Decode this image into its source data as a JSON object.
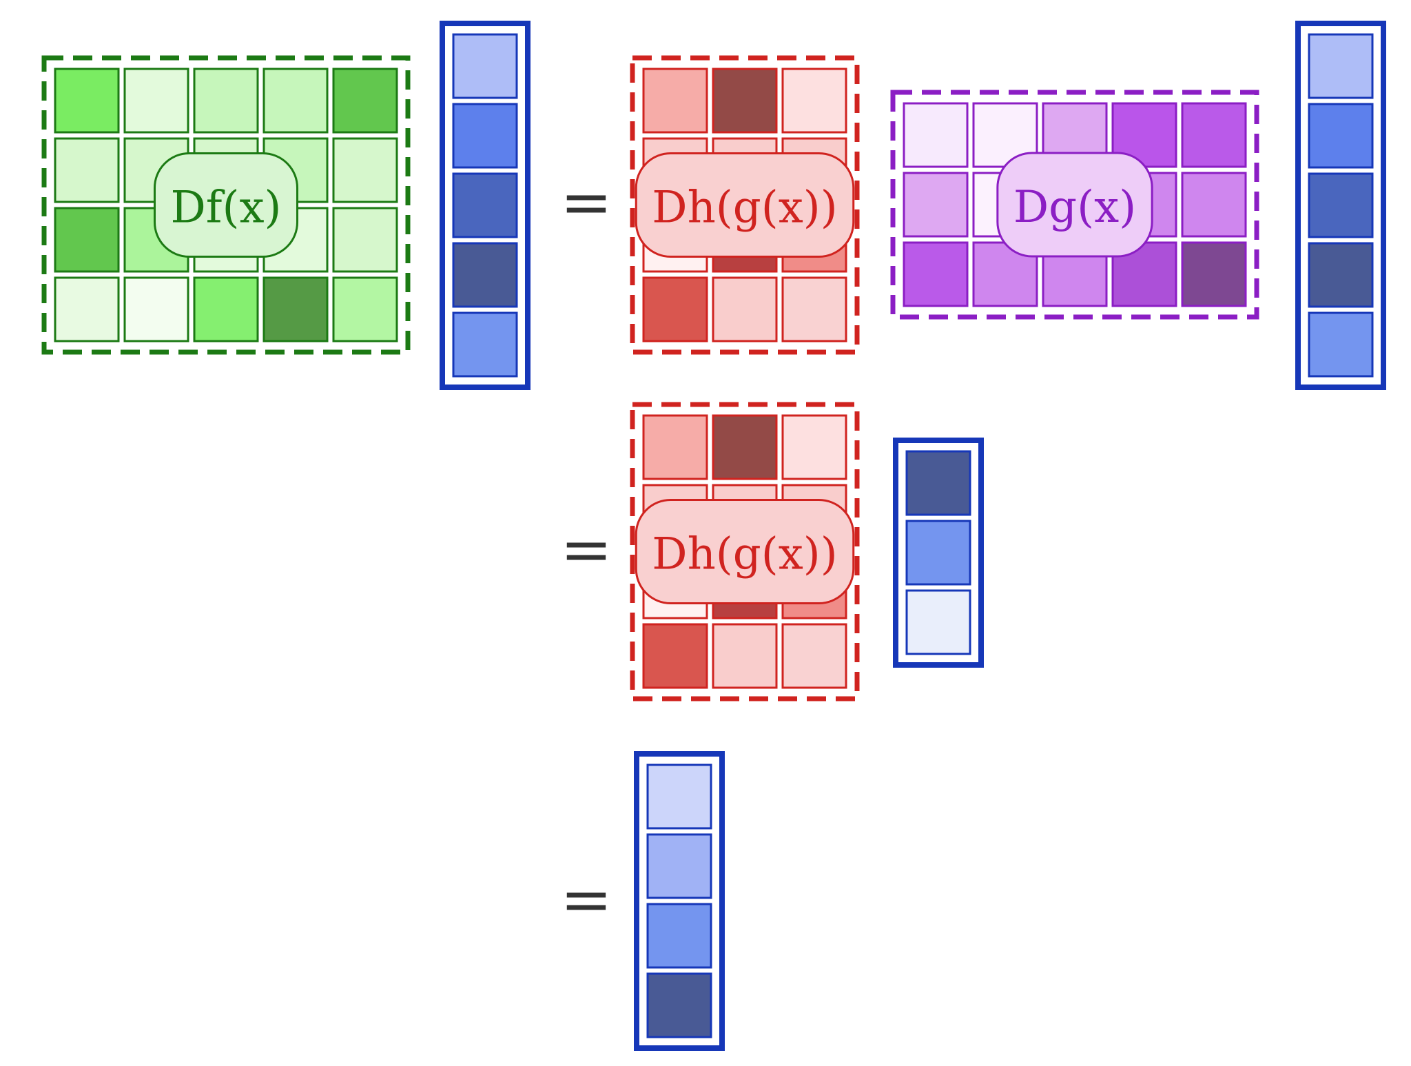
{
  "colors": {
    "green_border": "#1c7a14",
    "red_border": "#d0231f",
    "purple_border": "#8b1ec4",
    "blue_border": "#1637b8",
    "equals": "#333333",
    "green_pill_fill": "#d8f5d2",
    "red_pill_fill": "#f9d0d0",
    "purple_pill_fill": "#eecdf8"
  },
  "equals_sign": "=",
  "rows": [
    {
      "terms": [
        {
          "kind": "matrix",
          "name": "jacobian-f",
          "border": "green_border",
          "pill_fill": "green_pill_fill",
          "label": "Df(x)",
          "cells": [
            [
              "#7aec62",
              "#e3fadc",
              "#c6f6bb",
              "#c6f6bb",
              "#62c74e"
            ],
            [
              "#d6f7cc",
              "#d6f7cc",
              "#d6f7cc",
              "#c6f6bb",
              "#d6f7cc"
            ],
            [
              "#62c74e",
              "#abf49b",
              "#e3fadc",
              "#e3fadc",
              "#d6f7cc"
            ],
            [
              "#e8fae2",
              "#f3fdf0",
              "#85ef70",
              "#559a45",
              "#b3f6a3"
            ]
          ]
        },
        {
          "kind": "vector",
          "name": "input-vector",
          "border": "blue_border",
          "cells": [
            "#aebdf7",
            "#5d80ec",
            "#4a66be",
            "#495a95",
            "#7495ef"
          ]
        }
      ]
    },
    {
      "equals": true,
      "terms": [
        {
          "kind": "matrix",
          "name": "jacobian-h",
          "border": "red_border",
          "pill_fill": "red_pill_fill",
          "label": "Dh(g(x))",
          "cells": [
            [
              "#f6aca8",
              "#934a47",
              "#fde0e0"
            ],
            [
              "#f9cdcc",
              "#f9cdcc",
              "#f9cdcc"
            ],
            [
              "#fff1f1",
              "#b84040",
              "#f08c88"
            ],
            [
              "#d9564f",
              "#f9cdcc",
              "#f9d2d2"
            ]
          ]
        },
        {
          "kind": "matrix",
          "name": "jacobian-g",
          "border": "purple_border",
          "pill_fill": "purple_pill_fill",
          "label": "Dg(x)",
          "cells": [
            [
              "#f7eafd",
              "#fbf0fe",
              "#dea8f2",
              "#ba55ea",
              "#ba5ae9"
            ],
            [
              "#dea8f2",
              "#fcf2fe",
              "#dea8f2",
              "#cf86ee",
              "#cf86ee"
            ],
            [
              "#ba5ae9",
              "#cf86ee",
              "#cf86ee",
              "#ac50d8",
              "#7e4892"
            ]
          ]
        },
        {
          "kind": "vector",
          "name": "input-vector",
          "border": "blue_border",
          "cells": [
            "#aebdf7",
            "#5d80ec",
            "#4a66be",
            "#495a95",
            "#7495ef"
          ]
        }
      ]
    },
    {
      "equals": true,
      "terms": [
        {
          "kind": "matrix",
          "name": "jacobian-h",
          "border": "red_border",
          "pill_fill": "red_pill_fill",
          "label": "Dh(g(x))",
          "cells": [
            [
              "#f6aca8",
              "#934a47",
              "#fde0e0"
            ],
            [
              "#f9cdcc",
              "#f9cdcc",
              "#f9cdcc"
            ],
            [
              "#fff1f1",
              "#b84040",
              "#f08c88"
            ],
            [
              "#d9564f",
              "#f9cdcc",
              "#f9d2d2"
            ]
          ]
        },
        {
          "kind": "vector",
          "name": "intermediate-vector",
          "border": "blue_border",
          "cells": [
            "#495a95",
            "#7495ef",
            "#e9eefb"
          ]
        }
      ]
    },
    {
      "equals": true,
      "terms": [
        {
          "kind": "vector",
          "name": "result-vector",
          "border": "blue_border",
          "cells": [
            "#ccd5fa",
            "#a0b2f5",
            "#7495ef",
            "#495a95"
          ]
        }
      ]
    }
  ]
}
